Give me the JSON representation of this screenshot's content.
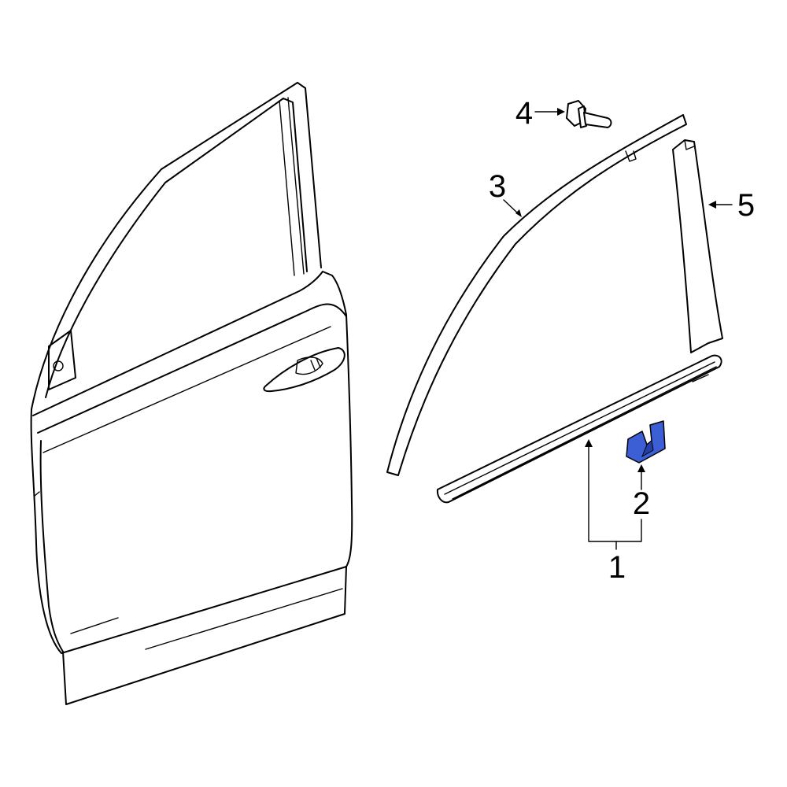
{
  "callouts": {
    "part1": "1",
    "part2": "2",
    "part3": "3",
    "part4": "4",
    "part5": "5"
  },
  "colors": {
    "line": "#000000",
    "highlight": "#3d5fd6",
    "highlight_dark": "#2540a8",
    "background": "#ffffff"
  }
}
